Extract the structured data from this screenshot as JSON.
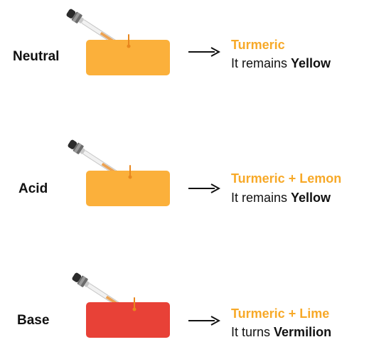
{
  "colors": {
    "yellow_swatch": "#fbb03b",
    "red_swatch": "#e84137",
    "title_orange": "#f7a928",
    "drop_orange": "#e8871e",
    "text": "#111111"
  },
  "rows": [
    {
      "label": "Neutral",
      "swatch_color": "#fbb03b",
      "icon": "dropper-icon",
      "result_title": "Turmeric",
      "result_prefix": "It remains ",
      "result_emphasis": "Yellow"
    },
    {
      "label": "Acid",
      "swatch_color": "#fbb03b",
      "icon": "dropper-icon",
      "result_title": "Turmeric + Lemon",
      "result_prefix": "It remains ",
      "result_emphasis": "Yellow"
    },
    {
      "label": "Base",
      "swatch_color": "#e84137",
      "icon": "dropper-icon",
      "result_title": "Turmeric + Lime",
      "result_prefix": "It turns ",
      "result_emphasis": "Vermilion"
    }
  ]
}
